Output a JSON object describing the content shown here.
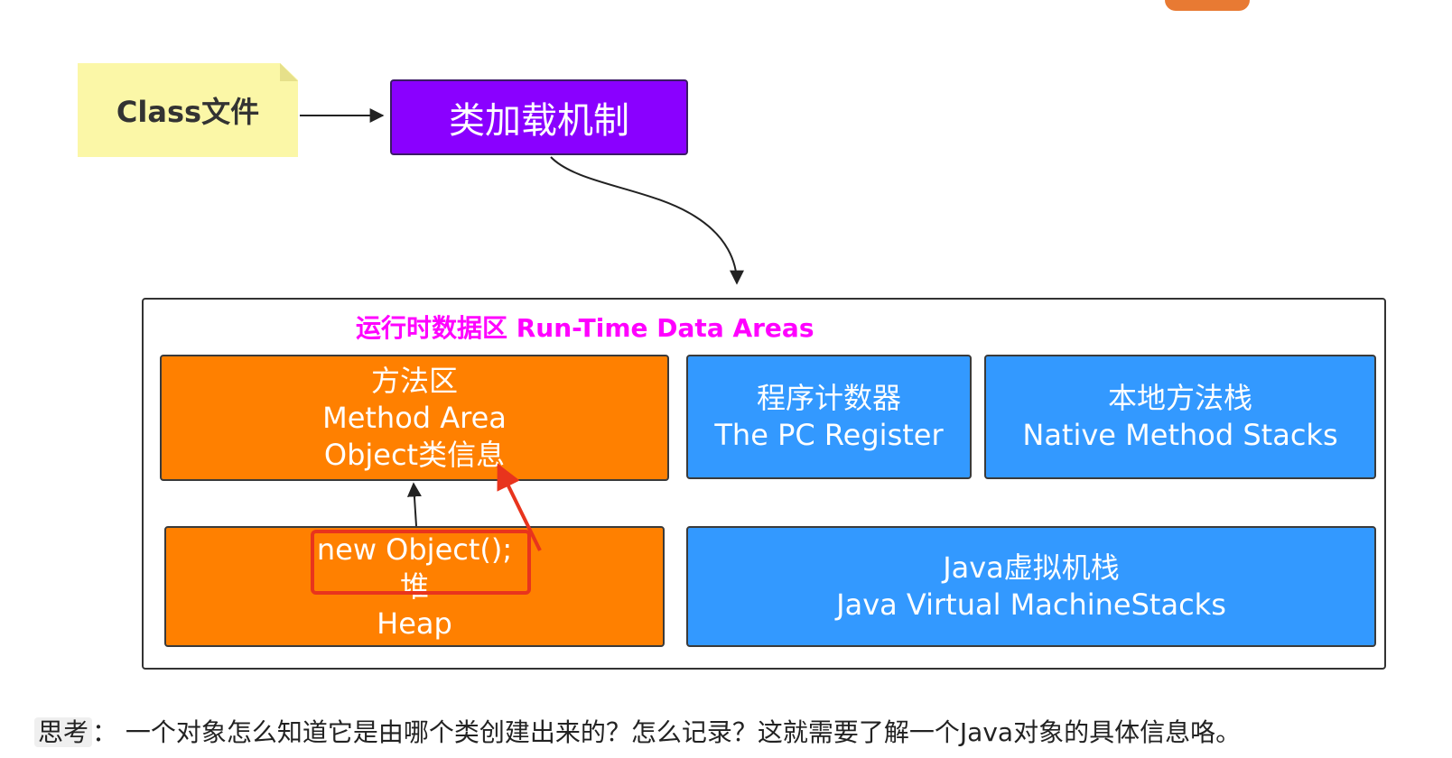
{
  "class_file": {
    "label": "Class文件"
  },
  "class_loader": {
    "label": "类加载机制"
  },
  "runtime_area": {
    "title": "运行时数据区 Run-Time Data Areas",
    "method_area": {
      "line1": "方法区",
      "line2": "Method Area",
      "line3": "Object类信息"
    },
    "heap": {
      "line1": "new Object();",
      "line2": "堆",
      "line3": "Heap"
    },
    "pc_register": {
      "line1": "程序计数器",
      "line2": "The PC Register"
    },
    "native_stacks": {
      "line1": "本地方法栈",
      "line2": "Native Method Stacks"
    },
    "jvm_stacks": {
      "line1": "Java虚拟机栈",
      "line2": "Java Virtual MachineStacks"
    }
  },
  "caption": {
    "tag": "思考",
    "text": "：  一个对象怎么知道它是由哪个类创建出来的？怎么记录？这就需要了解一个Java对象的具体信息咯。"
  },
  "colors": {
    "note": "#fbf7a7",
    "class_loader": "#8a00ff",
    "orange": "#ff8000",
    "blue": "#3399ff",
    "title": "#ff00ff",
    "highlight": "#e8341d"
  }
}
